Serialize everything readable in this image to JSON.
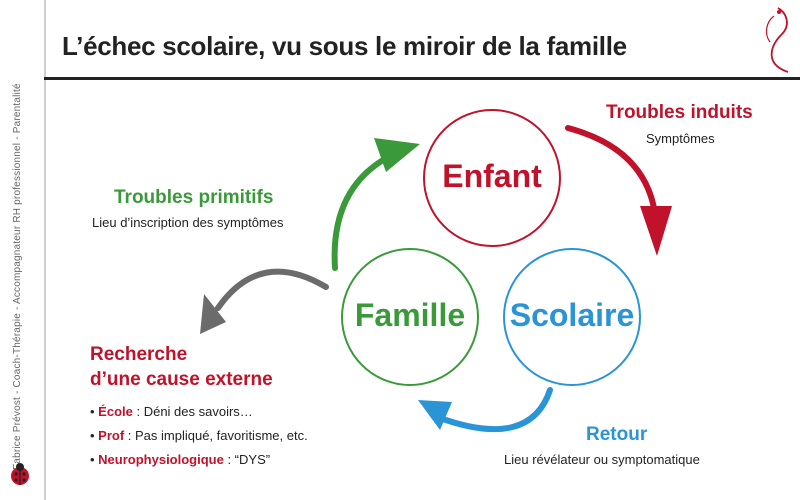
{
  "title": "L’échec scolaire, vu sous le miroir de la famille",
  "side_text": "Fabrice Prévost - Coach-Thérapie - Accompagnateur RH professionnel - Parentalité",
  "colors": {
    "red": "#c0122a",
    "green": "#3a9a3a",
    "blue": "#2a94d6",
    "gray": "#6b6b6b"
  },
  "circles": {
    "enfant": "Enfant",
    "famille": "Famille",
    "scolaire": "Scolaire"
  },
  "labels": {
    "troubles_induits": {
      "title": "Troubles induits",
      "subtitle": "Symptômes"
    },
    "troubles_primitifs": {
      "title": "Troubles primitifs",
      "subtitle": "Lieu d’inscription des symptômes"
    },
    "retour": {
      "title": "Retour",
      "subtitle": "Lieu révélateur ou symptomatique"
    },
    "recherche": {
      "line1": "Recherche",
      "line2": "d’une cause externe"
    }
  },
  "bullets": [
    {
      "bold": "École",
      "text": " : Déni des savoirs…"
    },
    {
      "bold": "Prof",
      "text": " : Pas impliqué, favoritisme, etc."
    },
    {
      "bold": "Neurophysiologique",
      "text": " : “DYS”"
    }
  ]
}
